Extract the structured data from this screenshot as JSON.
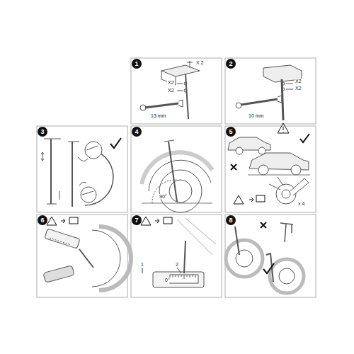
{
  "diagram": {
    "nodes": [
      {
        "text": [
          "1"
        ]
      },
      {
        "text": [
          "2"
        ]
      },
      {
        "text": [
          "3"
        ]
      },
      {
        "text": [
          "4"
        ]
      },
      {
        "text": [
          "5"
        ]
      },
      {
        "text": [
          "6"
        ]
      },
      {
        "text": [
          "7"
        ]
      },
      {
        "text": [
          "8"
        ]
      }
    ],
    "labels": [
      "X 2",
      "X2",
      "X2",
      "13 mm",
      "X2",
      "X2",
      "10 mm",
      "90°",
      "x 4",
      "1",
      "2",
      "0°"
    ]
  }
}
